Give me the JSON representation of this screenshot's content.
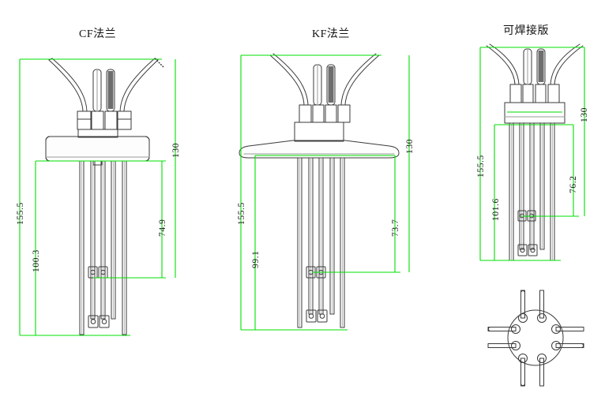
{
  "drawing": {
    "kind": "technical-cad-dimensioned-drawing",
    "background": "#ffffff",
    "line_color": "#3a3a3a",
    "dimension_color": "#00e000",
    "text_color": "#1a1a1a"
  },
  "views": [
    {
      "id": "cf-flange",
      "title": "CF法兰",
      "flange_type": "rounded-rectangle",
      "dimensions": {
        "overall_height_left": "155.5",
        "inner_height_left": "100.3",
        "overall_height_right": "130",
        "inner_height_right": "74.9"
      }
    },
    {
      "id": "kf-flange",
      "title": "KF法兰",
      "flange_type": "tapered-disc",
      "dimensions": {
        "overall_height_left": "155.5",
        "inner_height_left": "99.1",
        "overall_height_right": "130",
        "inner_height_right": "73.7"
      }
    },
    {
      "id": "weldable-plate",
      "title": "可焊接版",
      "flange_type": "rectangular-plate",
      "dimensions": {
        "overall_height_left": "155.5",
        "inner_height_left": "101.6",
        "overall_height_right": "130",
        "inner_height_right": "76.2"
      },
      "bottom_view": {
        "id": "pin-circle-top-view",
        "pin_count": 8,
        "shape": "circle"
      }
    }
  ]
}
